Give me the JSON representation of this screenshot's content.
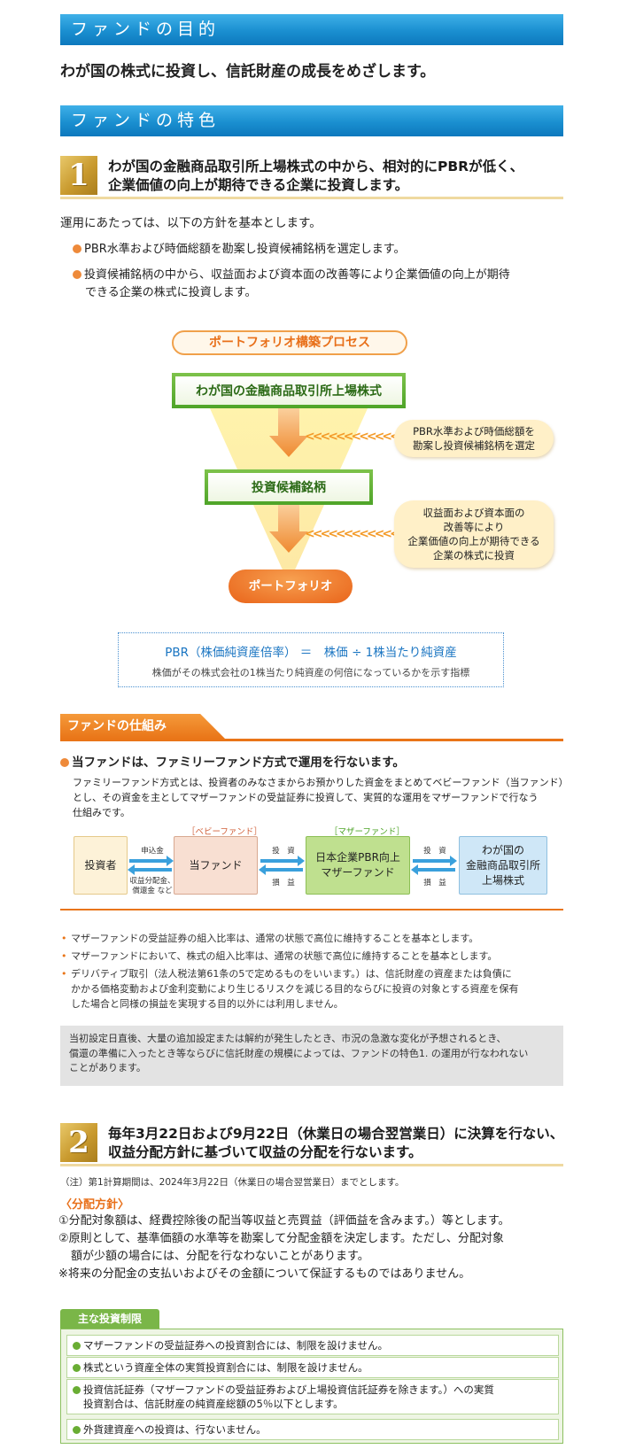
{
  "purpose": {
    "heading": "ファンドの目的",
    "text": "わが国の株式に投資し、信託財産の成長をめざします。"
  },
  "features": {
    "heading": "ファンドの特色",
    "f1": {
      "number": "1",
      "title_line1": "わが国の金融商品取引所上場株式の中から、相対的にPBRが低く、",
      "title_line2": "企業価値の向上が期待できる企業に投資します。",
      "intro": "運用にあたっては、以下の方針を基本とします。",
      "bullet1": "PBR水準および時価総額を勘案し投資候補銘柄を選定します。",
      "bullet2_line1": "投資候補銘柄の中から、収益面および資本面の改善等により企業価値の向上が期待",
      "bullet2_line2": "できる企業の株式に投資します。"
    },
    "process": {
      "title": "ポートフォリオ構築プロセス",
      "step1": "わが国の金融商品取引所上場株式",
      "note1_line1": "PBR水準および時価総額を",
      "note1_line2": "勘案し投資候補銘柄を選定",
      "step2": "投資候補銘柄",
      "note2_line1": "収益面および資本面の",
      "note2_line2": "改善等により",
      "note2_line3": "企業価値の向上が期待できる",
      "note2_line4": "企業の株式に投資",
      "result": "ポートフォリオ",
      "chevrons": "<<<<<<<<<<<<"
    },
    "pbr": {
      "formula": "PBR（株価純資産倍率） ＝　株価 ÷ 1株当たり純資産",
      "desc": "株価がその株式会社の1株当たり純資産の何倍になっているかを示す指標"
    },
    "mechanism": {
      "tab": "ファンドの仕組み",
      "lead": "当ファンドは、ファミリーファンド方式で運用を行ないます。",
      "desc_line1": "ファミリーファンド方式とは、投資者のみなさまからお預かりした資金をまとめてベビーファンド（当ファンド）",
      "desc_line2": "とし、その資金を主としてマザーファンドの受益証券に投資して、実質的な運用をマザーファンドで行なう",
      "desc_line3": "仕組みです。",
      "baby_label": "［ベビーファンド］",
      "mother_label": "［マザーファンド］",
      "investor": "投資者",
      "fund": "当ファンド",
      "mother_line1": "日本企業PBR向上",
      "mother_line2": "マザーファンド",
      "market_line1": "わが国の",
      "market_line2": "金融商品取引所",
      "market_line3": "上場株式",
      "subscribe": "申込金",
      "redeem_line1": "収益分配金、",
      "redeem_line2": "償還金 など",
      "invest": "投　資",
      "profit": "損　益"
    },
    "notes": {
      "n1": "マザーファンドの受益証券の組入比率は、通常の状態で高位に維持することを基本とします。",
      "n2": "マザーファンドにおいて、株式の組入比率は、通常の状態で高位に維持することを基本とします。",
      "n3_line1": "デリバティブ取引（法人税法第61条の5で定めるものをいいます。）は、信託財産の資産または負債に",
      "n3_line2": "かかる価格変動および金利変動により生じるリスクを減じる目的ならびに投資の対象とする資産を保有",
      "n3_line3": "した場合と同様の損益を実現する目的以外には利用しません。"
    },
    "gray_note": {
      "line1": "当初設定日直後、大量の追加設定または解約が発生したとき、市況の急激な変化が予想されるとき、",
      "line2": "償還の準備に入ったとき等ならびに信託財産の規模によっては、ファンドの特色1. の運用が行なわれない",
      "line3": "ことがあります。"
    },
    "f2": {
      "number": "2",
      "title_line1": "毎年3月22日および9月22日（休業日の場合翌営業日）に決算を行ない、",
      "title_line2": "収益分配方針に基づいて収益の分配を行ないます。",
      "note": "（注）第1計算期間は、2024年3月22日（休業日の場合翌営業日）までとします。",
      "policy_title": "〈分配方針〉",
      "p1": "①分配対象額は、経費控除後の配当等収益と売買益（評価益を含みます。）等とします。",
      "p2_line1": "②原則として、基準価額の水準等を勘案して分配金額を決定します。ただし、分配対象",
      "p2_line2": "額が少額の場合には、分配を行なわないことがあります。",
      "p3": "※将来の分配金の支払いおよびその金額について保証するものではありません。"
    },
    "limits": {
      "tab": "主な投資制限",
      "l1": "マザーファンドの受益証券への投資割合には、制限を設けません。",
      "l2": "株式という資産全体の実質投資割合には、制限を設けません。",
      "l3_line1": "投資信託証券（マザーファンドの受益証券および上場投資信託証券を除きます。）への実質",
      "l3_line2": "投資割合は、信託財産の純資産総額の5％以下とします。",
      "l4": "外貨建資産への投資は、行ないません。"
    }
  },
  "colors": {
    "section_blue": "#1a8fd0",
    "accent_orange": "#e97518",
    "green": "#4ea428",
    "gold": "#c99a2e"
  }
}
